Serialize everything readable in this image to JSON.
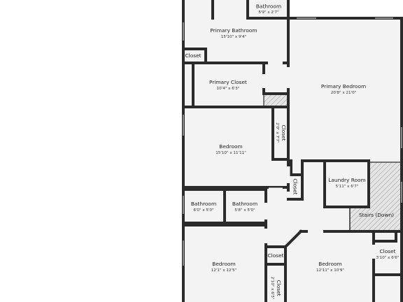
{
  "rooms": {
    "bathroom_top": {
      "name": "Bathroom",
      "dims": "5'9\" x 2'7\""
    },
    "primary_bathroom": {
      "name": "Primary Bathroom",
      "dims": "15'10\" x 9'4\""
    },
    "closet_pb": {
      "name": "Closet"
    },
    "primary_closet": {
      "name": "Primary Closet",
      "dims": "10'4\" x 6'3\""
    },
    "primary_bedroom": {
      "name": "Primary Bedroom",
      "dims": "20'8\" x 21'0\""
    },
    "closet_vertical": {
      "name": "Closet",
      "dims": "2'0\" x 7'7\""
    },
    "bedroom_mid": {
      "name": "Bedroom",
      "dims": "15'10\" x 11'11\""
    },
    "closet_small": {
      "name": "Closet"
    },
    "laundry": {
      "name": "Laundry Room",
      "dims": "5'11\" x 6'7\""
    },
    "bathroom_a": {
      "name": "Bathroom",
      "dims": "6'0\" x 5'0\""
    },
    "bathroom_b": {
      "name": "Bathroom",
      "dims": "5'8\" x 5'0\""
    },
    "stairs": {
      "name": "Stairs (Down)"
    },
    "bedroom_sw": {
      "name": "Bedroom",
      "dims": "12'1\" x 12'5\""
    },
    "closet_sw": {
      "name": "Closet"
    },
    "closet_sw2": {
      "name": "Closet",
      "dims": "2'10\" x 6'5\""
    },
    "bedroom_se": {
      "name": "Bedroom",
      "dims": "12'11\" x 10'9\""
    },
    "closet_se": {
      "name": "Closet",
      "dims": "3'10\" x 6'6\""
    }
  }
}
